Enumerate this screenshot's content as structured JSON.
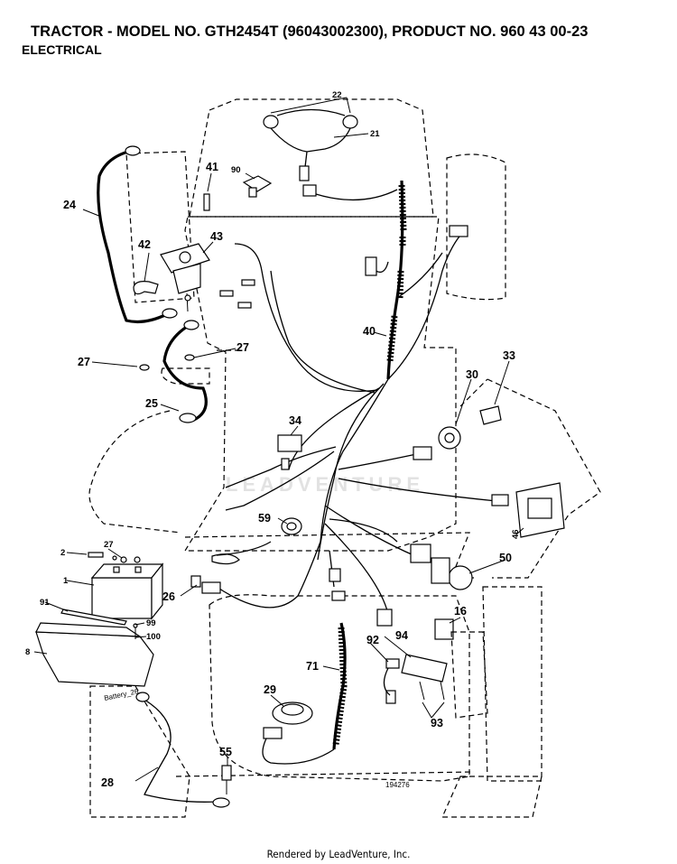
{
  "header": {
    "title": "TRACTOR - MODEL NO. GTH2454T (96043002300), PRODUCT NO. 960 43 00-23",
    "subtitle": "ELECTRICAL"
  },
  "callouts": {
    "p1": "1",
    "p2": "2",
    "p8": "8",
    "p16": "16",
    "p21": "21",
    "p22": "22",
    "p24": "24",
    "p25": "25",
    "p26": "26",
    "p27a": "27",
    "p27b": "27",
    "p27c": "27",
    "p28": "28",
    "p29": "29",
    "p30": "30",
    "p33": "33",
    "p34": "34",
    "p40": "40",
    "p41": "41",
    "p42": "42",
    "p43": "43",
    "p46": "46",
    "p50": "50",
    "p55": "55",
    "p59": "59",
    "p71": "71",
    "p90": "90",
    "p91": "91",
    "p92": "92",
    "p93": "93",
    "p94": "94",
    "p99": "99",
    "p100": "100"
  },
  "battery_label": "Battery_26",
  "drawing_number": "194276",
  "watermark": "LEADVENTURE",
  "footer": "Rendered by LeadVenture, Inc."
}
